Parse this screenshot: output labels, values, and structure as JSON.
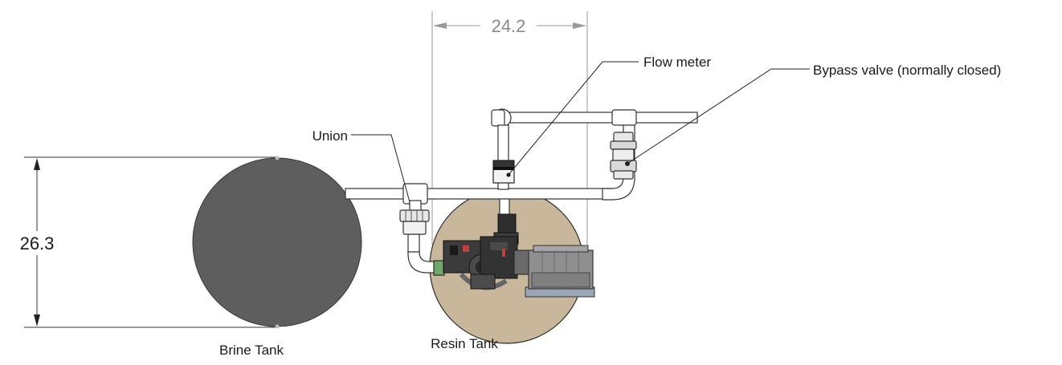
{
  "dimensions": {
    "width_label": "24.2",
    "height_label": "26.3"
  },
  "callouts": {
    "flow_meter": "Flow meter",
    "bypass_valve": "Bypass valve (normally closed)",
    "union": "Union"
  },
  "tanks": {
    "brine": "Brine Tank",
    "resin": "Resin Tank"
  },
  "colors": {
    "brine_tank": "#5e5e5e",
    "resin_tank": "#c9b79c",
    "dimension_line": "#9a9a9a",
    "pipe_stroke": "#333333",
    "pipe_fill": "#ffffff",
    "valve_dark": "#2a2a2a",
    "motor_gray": "#8f8f8f"
  }
}
